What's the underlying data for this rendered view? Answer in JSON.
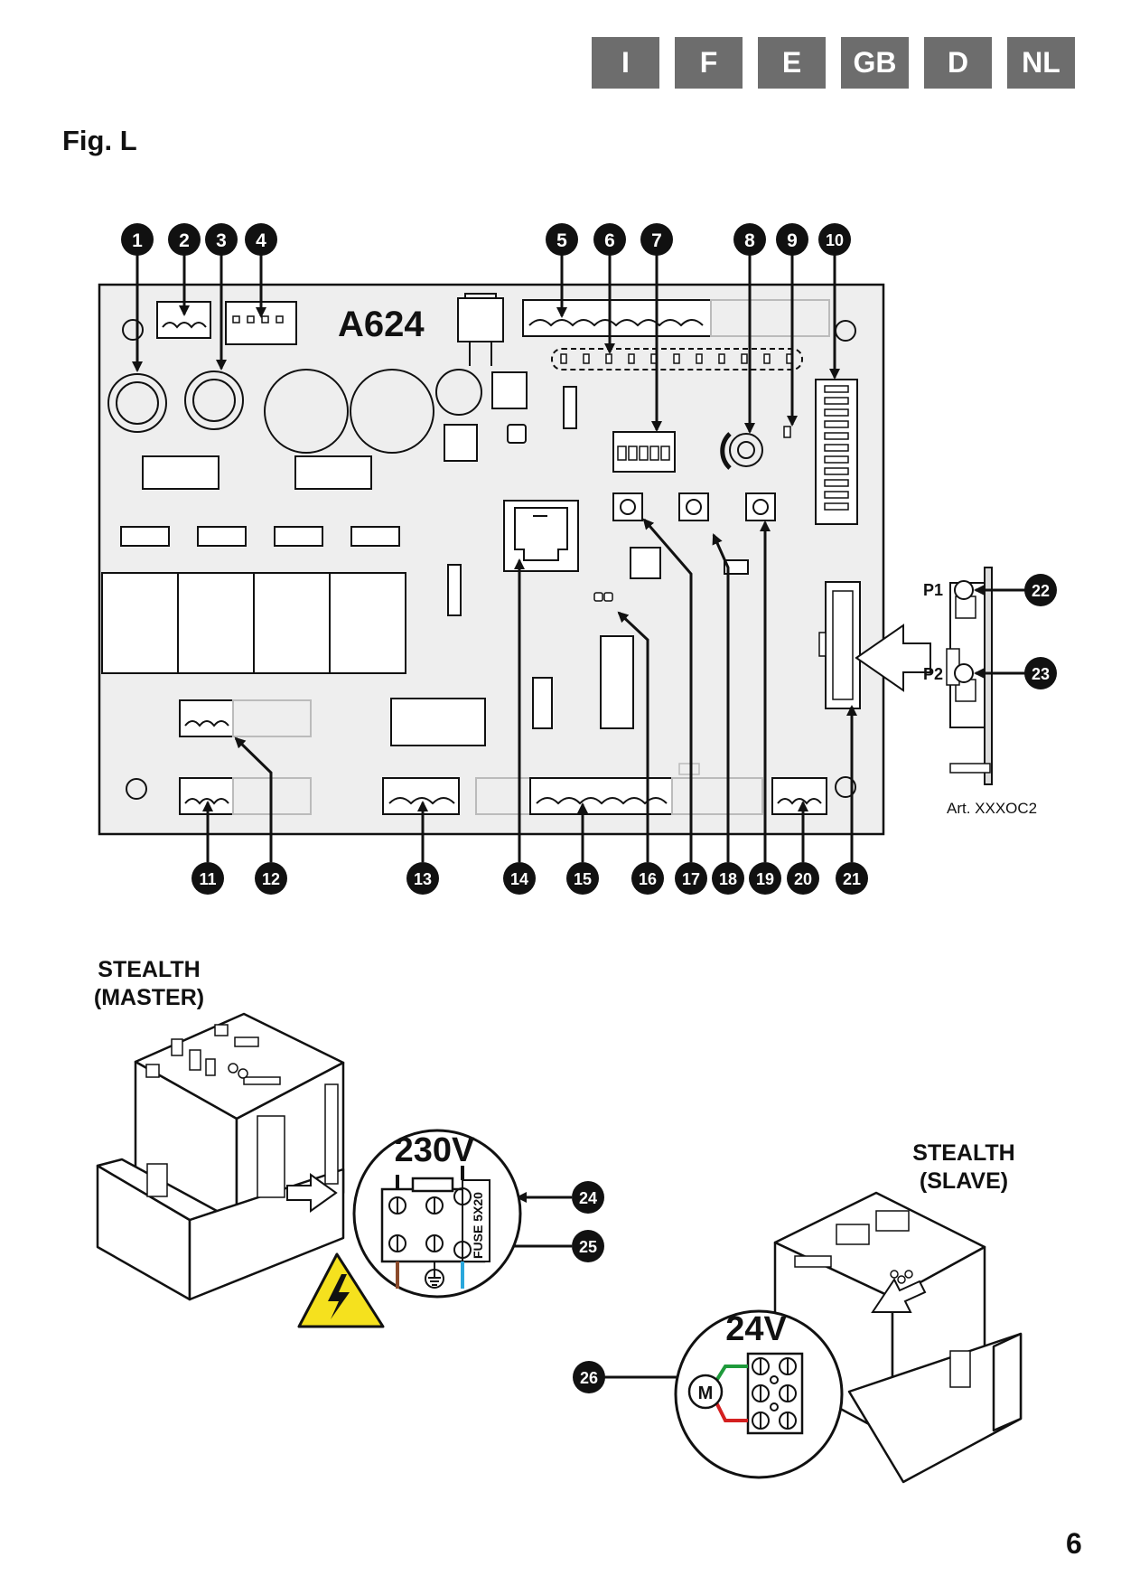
{
  "languages": [
    "I",
    "F",
    "E",
    "GB",
    "D",
    "NL"
  ],
  "figure_title": "Fig. L",
  "board_label": "A624",
  "article_label": "Art. XXXOC2",
  "receiver_labels": {
    "p1": "P1",
    "p2": "P2"
  },
  "master_label": {
    "line1": "STEALTH",
    "line2": "(MASTER)"
  },
  "slave_label": {
    "line1": "STEALTH",
    "line2": "(SLAVE)"
  },
  "voltage_master": "230V",
  "voltage_slave": "24V",
  "fuse_label": "FUSE 5X20",
  "motor_label": "M",
  "callouts": [
    "1",
    "2",
    "3",
    "4",
    "5",
    "6",
    "7",
    "8",
    "9",
    "10",
    "11",
    "12",
    "13",
    "14",
    "15",
    "16",
    "17",
    "18",
    "19",
    "20",
    "21",
    "22",
    "23",
    "24",
    "25",
    "26"
  ],
  "page_number": "6",
  "colors": {
    "tab_gray": "#6d6d6d",
    "board_fill": "#eeeeee",
    "callout": "#111111",
    "wire_green": "#1e9a3b",
    "wire_red": "#d42020",
    "wire_brown": "#8b4a2b",
    "wire_blue": "#2aa7dc",
    "warning_yellow": "#f5e11e"
  }
}
